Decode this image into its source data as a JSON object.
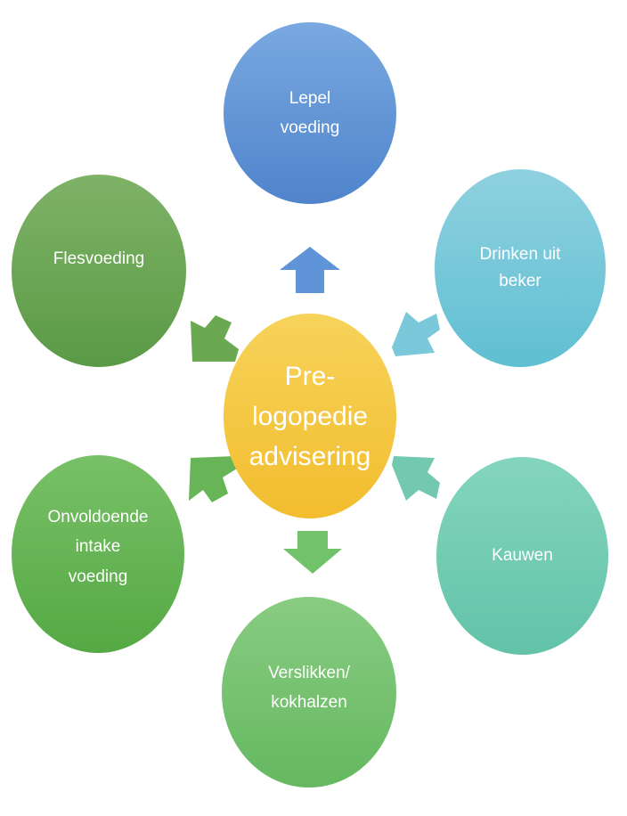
{
  "diagram": {
    "center": {
      "lines": [
        "Pre-",
        "logopedie",
        "advisering"
      ],
      "color_top": "#f7d35a",
      "color_bottom": "#f2bd2e"
    },
    "nodes": [
      {
        "id": "lepel",
        "lines": [
          "Lepel",
          "voeding"
        ],
        "color_top": "#7aa9e0",
        "color_bottom": "#4f84cc"
      },
      {
        "id": "drinken",
        "lines": [
          "Drinken uit",
          "beker"
        ],
        "color_top": "#8fd1e0",
        "color_bottom": "#5fbfd2"
      },
      {
        "id": "kauwen",
        "lines": [
          "Kauwen"
        ],
        "color_top": "#84d5bd",
        "color_bottom": "#62c3a8"
      },
      {
        "id": "verslikken",
        "lines": [
          "Verslikken/",
          "kokhalzen"
        ],
        "color_top": "#88cc82",
        "color_bottom": "#65b860"
      },
      {
        "id": "onvoldoende",
        "lines": [
          "Onvoldoende",
          "intake",
          "voeding"
        ],
        "color_top": "#78c067",
        "color_bottom": "#55a944"
      },
      {
        "id": "flesvoeding",
        "lines": [
          "Flesvoeding"
        ],
        "color_top": "#7fb268",
        "color_bottom": "#5a9a45"
      }
    ],
    "arrow_colors": [
      "#5f95d8",
      "#79c9db",
      "#73c9b0",
      "#72c26c",
      "#67b556",
      "#6aa852"
    ]
  }
}
